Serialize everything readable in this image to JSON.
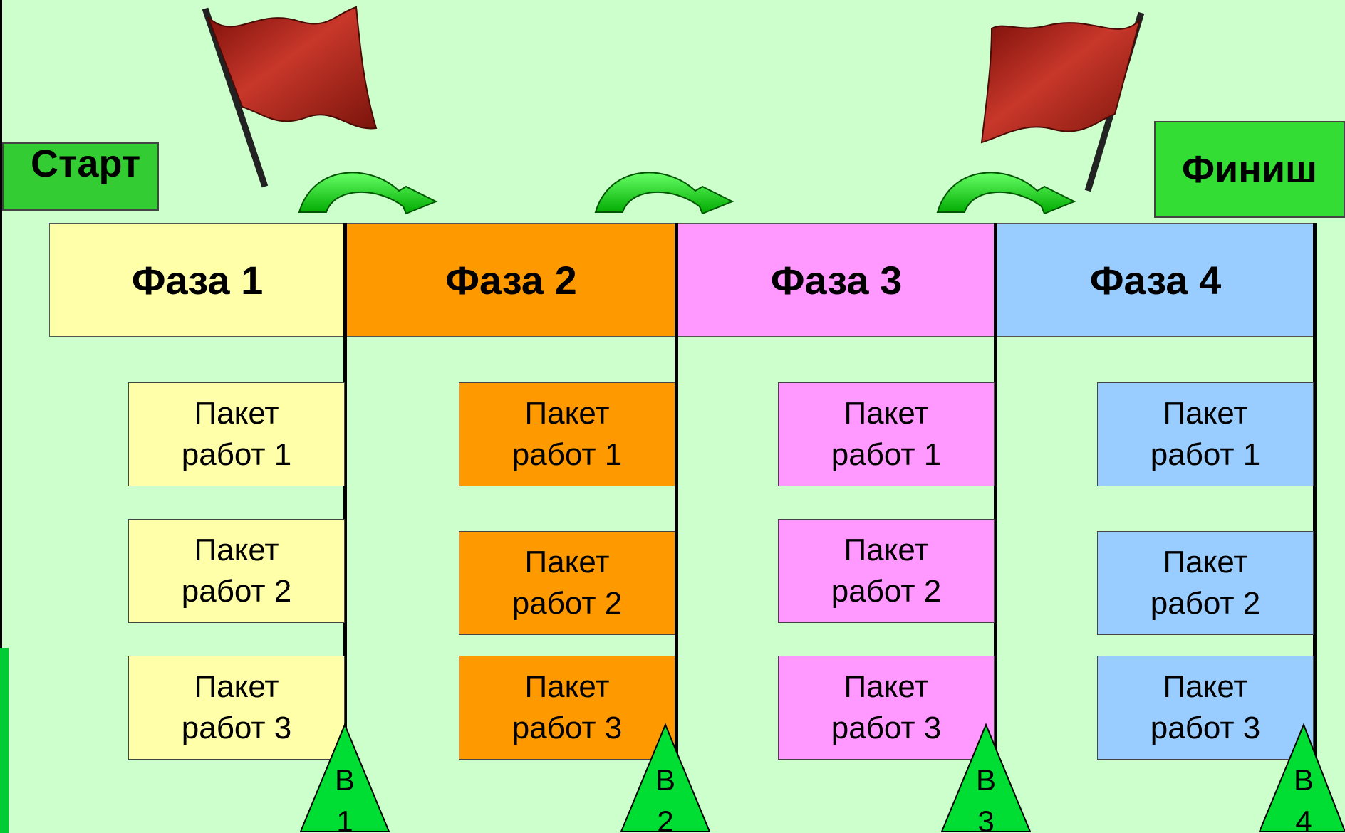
{
  "start_label": "Старт",
  "finish_label": "Финиш",
  "phases": [
    {
      "title": "Фаза 1",
      "color": "#ffffaa",
      "packages": [
        "Пакет работ 1",
        "Пакет работ 2",
        "Пакет работ 3"
      ]
    },
    {
      "title": "Фаза 2",
      "color": "#ff9900",
      "packages": [
        "Пакет работ 1",
        "Пакет работ 2",
        "Пакет работ 3"
      ]
    },
    {
      "title": "Фаза 3",
      "color": "#ff99ff",
      "packages": [
        "Пакет работ 1",
        "Пакет работ 2",
        "Пакет работ 3"
      ]
    },
    {
      "title": "Фаза 4",
      "color": "#99ccff",
      "packages": [
        "Пакет работ 1",
        "Пакет работ 2",
        "Пакет работ 3"
      ]
    }
  ],
  "milestones": [
    "В 1",
    "В 2",
    "В 3",
    "В 4"
  ],
  "colors": {
    "background": "#ccffcc",
    "start_finish": "#33cc33",
    "arrow": "#00cc00",
    "flag": "#b02418",
    "milestone": "#00dd33"
  },
  "icons": [
    "flag-icon",
    "curved-arrow-icon",
    "triangle-milestone-icon"
  ]
}
